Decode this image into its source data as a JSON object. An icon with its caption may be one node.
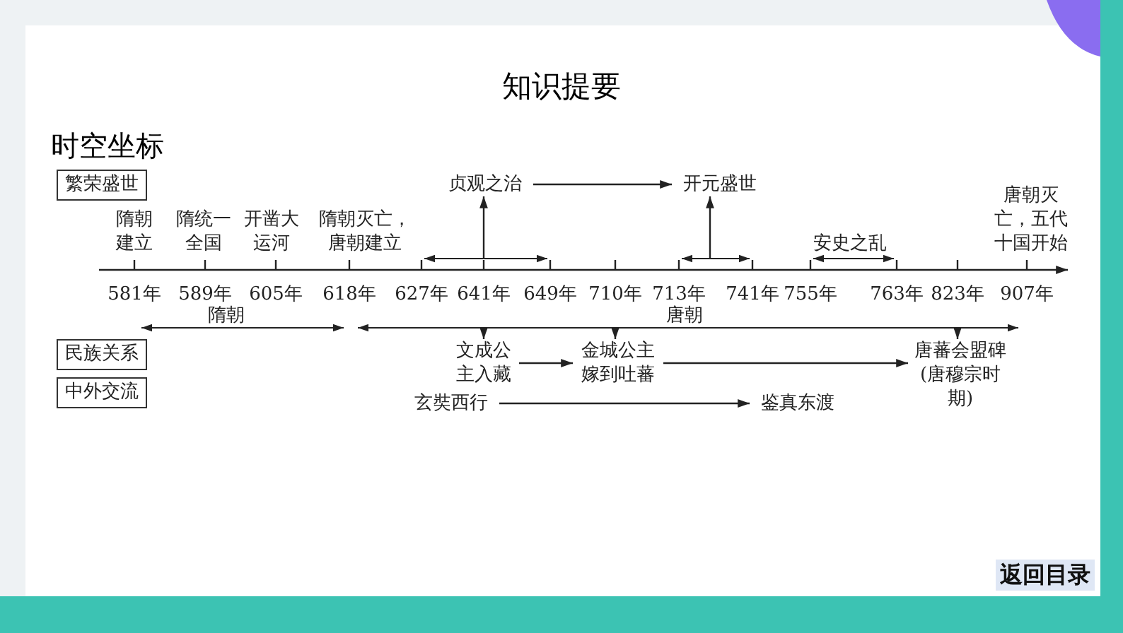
{
  "diagram": {
    "title": "知识提要",
    "nodes": [
      {
        "text": [
          "繁荣盛世"
        ]
      },
      {
        "text": [
          "民族关系"
        ]
      },
      {
        "text": [
          "中外交流"
        ]
      },
      {
        "text": [
          "贞观之治"
        ]
      },
      {
        "text": [
          "开元盛世"
        ]
      },
      {
        "text": [
          "文成公主入藏"
        ]
      },
      {
        "text": [
          "金城公主嫁到吐蕃"
        ]
      },
      {
        "text": [
          "唐蕃会盟碑(唐穆宗时期)"
        ]
      },
      {
        "text": [
          "玄奘西行"
        ]
      },
      {
        "text": [
          "鉴真东渡"
        ]
      }
    ],
    "edges": [
      {
        "from": 3,
        "to": 4,
        "arrow": "to"
      },
      {
        "from": null,
        "to": 3,
        "arrow": "to"
      },
      {
        "from": null,
        "to": 4,
        "arrow": "to"
      },
      {
        "from": null,
        "to": 5,
        "arrow": "to"
      },
      {
        "from": null,
        "to": 6,
        "arrow": "to"
      },
      {
        "from": null,
        "to": 7,
        "arrow": "to"
      },
      {
        "from": 5,
        "to": 6,
        "arrow": "to"
      },
      {
        "from": 6,
        "to": 7,
        "arrow": "to"
      },
      {
        "from": 8,
        "to": 9,
        "arrow": "to"
      }
    ],
    "labels": [
      "时空坐标",
      "隋朝建立",
      "隋统一全国",
      "开凿大运河",
      "隋朝灭亡，唐朝建立",
      "唐朝灭亡，五代十国开始",
      "安史之乱",
      "581年",
      "589年",
      "605年",
      "618年",
      "627年",
      "641年",
      "649年",
      "710年",
      "713年",
      "741年",
      "755年",
      "763年",
      "823年",
      "907年",
      "隋朝",
      "唐朝",
      "返回目录"
    ]
  }
}
